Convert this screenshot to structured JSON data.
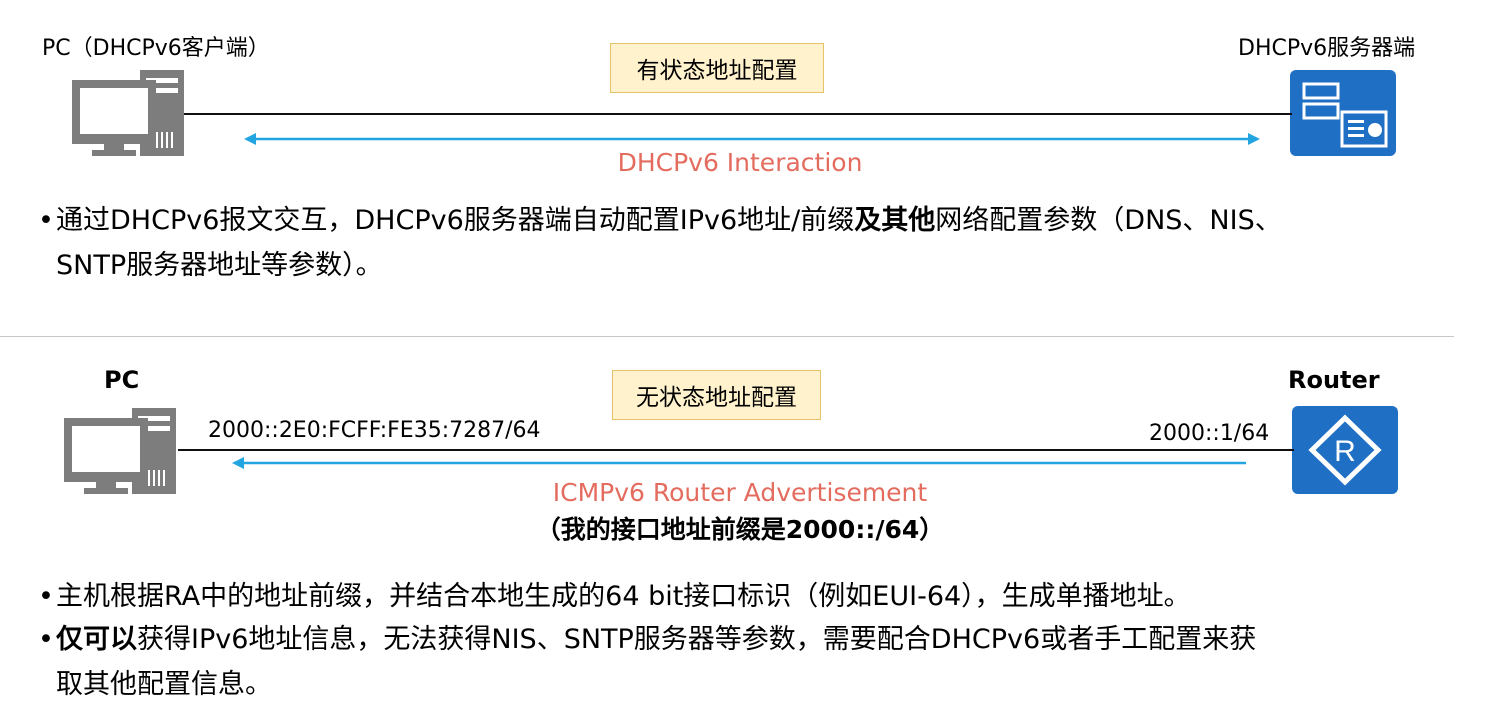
{
  "top": {
    "client_label": "PC（DHCPv6客户端）",
    "server_label": "DHCPv6服务器端",
    "mode_badge": "有状态地址配置",
    "flow_label": "DHCPv6 Interaction",
    "bullet": {
      "p1": "通过DHCPv6报文交互，DHCPv6服务器端自动配置IPv6地址/前缀",
      "bold1": "及其他",
      "p2": "网络配置参数（DNS、NIS、",
      "line2": "SNTP服务器地址等参数）。"
    },
    "icons": {
      "client": "pc-icon",
      "server": "dhcp-server-icon"
    }
  },
  "bottom": {
    "pc_label": "PC",
    "router_label": "Router",
    "mode_badge": "无状态地址配置",
    "pc_address": "2000::2E0:FCFF:FE35:7287/64",
    "router_address": "2000::1/64",
    "flow_label": "ICMPv6 Router Advertisement",
    "flow_note": "（我的接口地址前缀是2000::/64）",
    "bullets": [
      {
        "text": "主机根据RA中的地址前缀，并结合本地生成的64 bit接口标识（例如EUI-64），生成单播地址。"
      },
      {
        "bold": "仅可以",
        "text": "获得IPv6地址信息，无法获得NIS、SNTP服务器等参数，需要配合DHCPv6或者手工配置来获",
        "line2": "取其他配置信息。"
      }
    ],
    "icons": {
      "pc": "pc-icon",
      "router": "router-icon"
    }
  },
  "colors": {
    "arrow": "#22a5e0",
    "flow_text": "#e46c5f",
    "badge_fill": "#fff2cc",
    "badge_border": "#e8c26a",
    "device_blue": "#1f6fc5"
  }
}
